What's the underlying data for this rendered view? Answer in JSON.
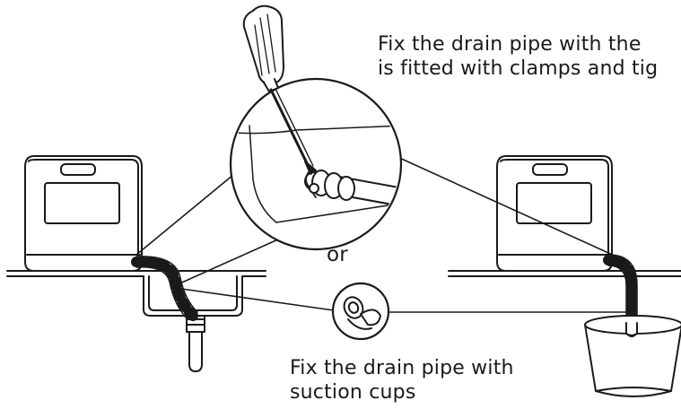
{
  "diagram": {
    "top_note": {
      "line1": "Fix the drain pipe with the",
      "line2": "is fitted with clamps and tig"
    },
    "or_label": "or",
    "bottom_note": {
      "line1": "Fix the drain pipe with",
      "line2": "suction cups"
    },
    "colors": {
      "line": "#1a1a1a",
      "fill": "#ffffff"
    },
    "icons": [
      "screwdriver-icon",
      "suction-cup-icon",
      "dishwasher-icon",
      "sink-icon",
      "bucket-icon",
      "drain-pipe-icon",
      "clamp-icon"
    ]
  }
}
